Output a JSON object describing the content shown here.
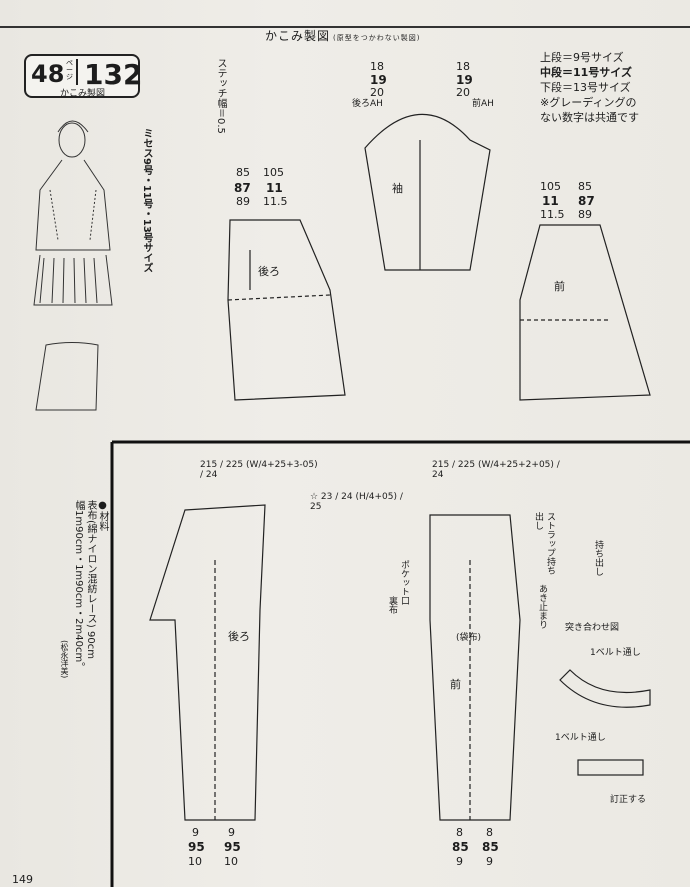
{
  "header": {
    "title": "かこみ製図",
    "subtitle": "(原型をつかわない製図)"
  },
  "badge": {
    "page_number": "48",
    "page_label": "ページ",
    "pattern_number": "132",
    "caption": "かこみ製図"
  },
  "side_note": "ミセス9号・11号・13号サイズ",
  "size_legend": [
    "上段＝9号サイズ",
    "中段＝11号サイズ",
    "下段＝13号サイズ",
    "※グレーディングの",
    "ない数字は共通です"
  ],
  "stitch_note": "ステッチ幅＝0.5",
  "materials": {
    "title": "●材料",
    "line1": "表布(綿ナイロン混紡レース) 90cm",
    "line2": "幅1m90cm・1m90cm・2m40cm。",
    "credit": "(松永洋美)"
  },
  "jacket": {
    "back_label": "後ろ",
    "front_label": "前",
    "sleeve_label": "袖",
    "back_ah": "後ろAH",
    "front_ah": "前AH",
    "back_top": {
      "a": "85",
      "b": "87",
      "c": "89",
      "d": "105",
      "e": "11",
      "f": "11.5"
    },
    "front_top": {
      "a": "105",
      "b": "11",
      "c": "11.5",
      "d": "85",
      "e": "87",
      "f": "89"
    },
    "sleeve_cap": {
      "a": "18",
      "b": "19",
      "c": "20",
      "d": "18",
      "e": "19",
      "f": "20"
    }
  },
  "pants": {
    "back_label": "後ろ",
    "front_label": "前",
    "back_formula": "215 / 225 (W/4+25+3-05) / 24",
    "front_formula": "215 / 225 (W/4+25+2+05) / 24",
    "hip_formula": "☆ 23 / 24 (H/4+05) / 25",
    "hem_back": {
      "a": "9",
      "b": "95",
      "c": "10"
    },
    "hem_front": {
      "a": "8",
      "b": "85",
      "c": "9"
    },
    "pocket_label": "ポケット口",
    "lining_label": "裏布",
    "bag_label": "(袋布)",
    "strap_label": "ストラップ持ち出し",
    "mochidashi": "持ち出し",
    "zip_end": "あき止まり",
    "assembly_title": "突き合わせ図",
    "belt_loop": "1ベルト通し",
    "sew_note": "訂正する"
  },
  "page_footer": "149"
}
